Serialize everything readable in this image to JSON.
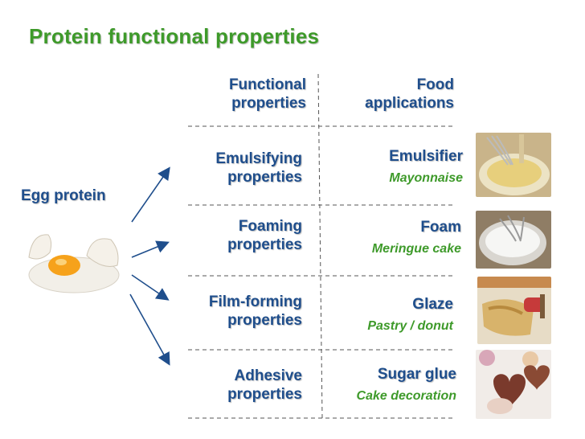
{
  "title": "Protein functional properties",
  "headers": {
    "functional_properties": [
      "Functional",
      "properties"
    ],
    "food_applications": [
      "Food",
      "applications"
    ]
  },
  "source": "Egg protein",
  "rows": [
    {
      "property": [
        "Emulsifying",
        "properties"
      ],
      "application": "Emulsifier",
      "example": "Mayonnaise",
      "image": "mayonnaise-photo"
    },
    {
      "property": [
        "Foaming",
        "properties"
      ],
      "application": "Foam",
      "example": "Meringue cake",
      "image": "meringue-photo"
    },
    {
      "property": [
        "Film-forming",
        "properties"
      ],
      "application": "Glaze",
      "example": "Pastry / donut",
      "image": "glazed-pastry-photo"
    },
    {
      "property": [
        "Adhesive",
        "properties"
      ],
      "application": "Sugar glue",
      "example": "Cake decoration",
      "image": "heart-cookies-photo"
    }
  ],
  "colors": {
    "title": "#3e9a2a",
    "heading": "#1f4e8c",
    "example": "#3e9a2a",
    "arrow": "#1f4e8c",
    "divider": "#555555"
  }
}
